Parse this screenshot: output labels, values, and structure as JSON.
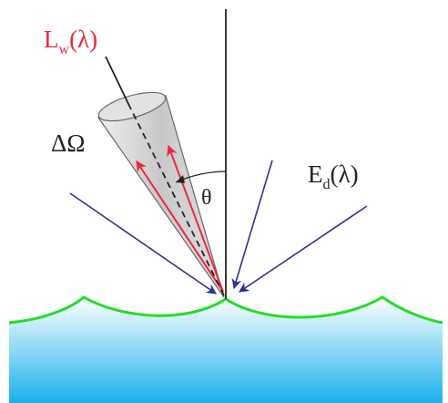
{
  "labels": {
    "radiance_main": "L",
    "radiance_sub": "w",
    "radiance_arg": "(λ)",
    "solid_angle": "ΔΩ",
    "irradiance_main": "E",
    "irradiance_sub": "d",
    "irradiance_arg": "(λ)",
    "angle": "θ"
  },
  "colors": {
    "radiance_text": "#e8293a",
    "upwelling_arrows": "#e8293a",
    "incident_arrows": "#2e3192",
    "surface_line": "#22dd22",
    "water_top": "#ffffff",
    "water_bottom": "#1ab0ec",
    "cone_fill": "#cfcfcf",
    "axis_line": "#222222"
  }
}
